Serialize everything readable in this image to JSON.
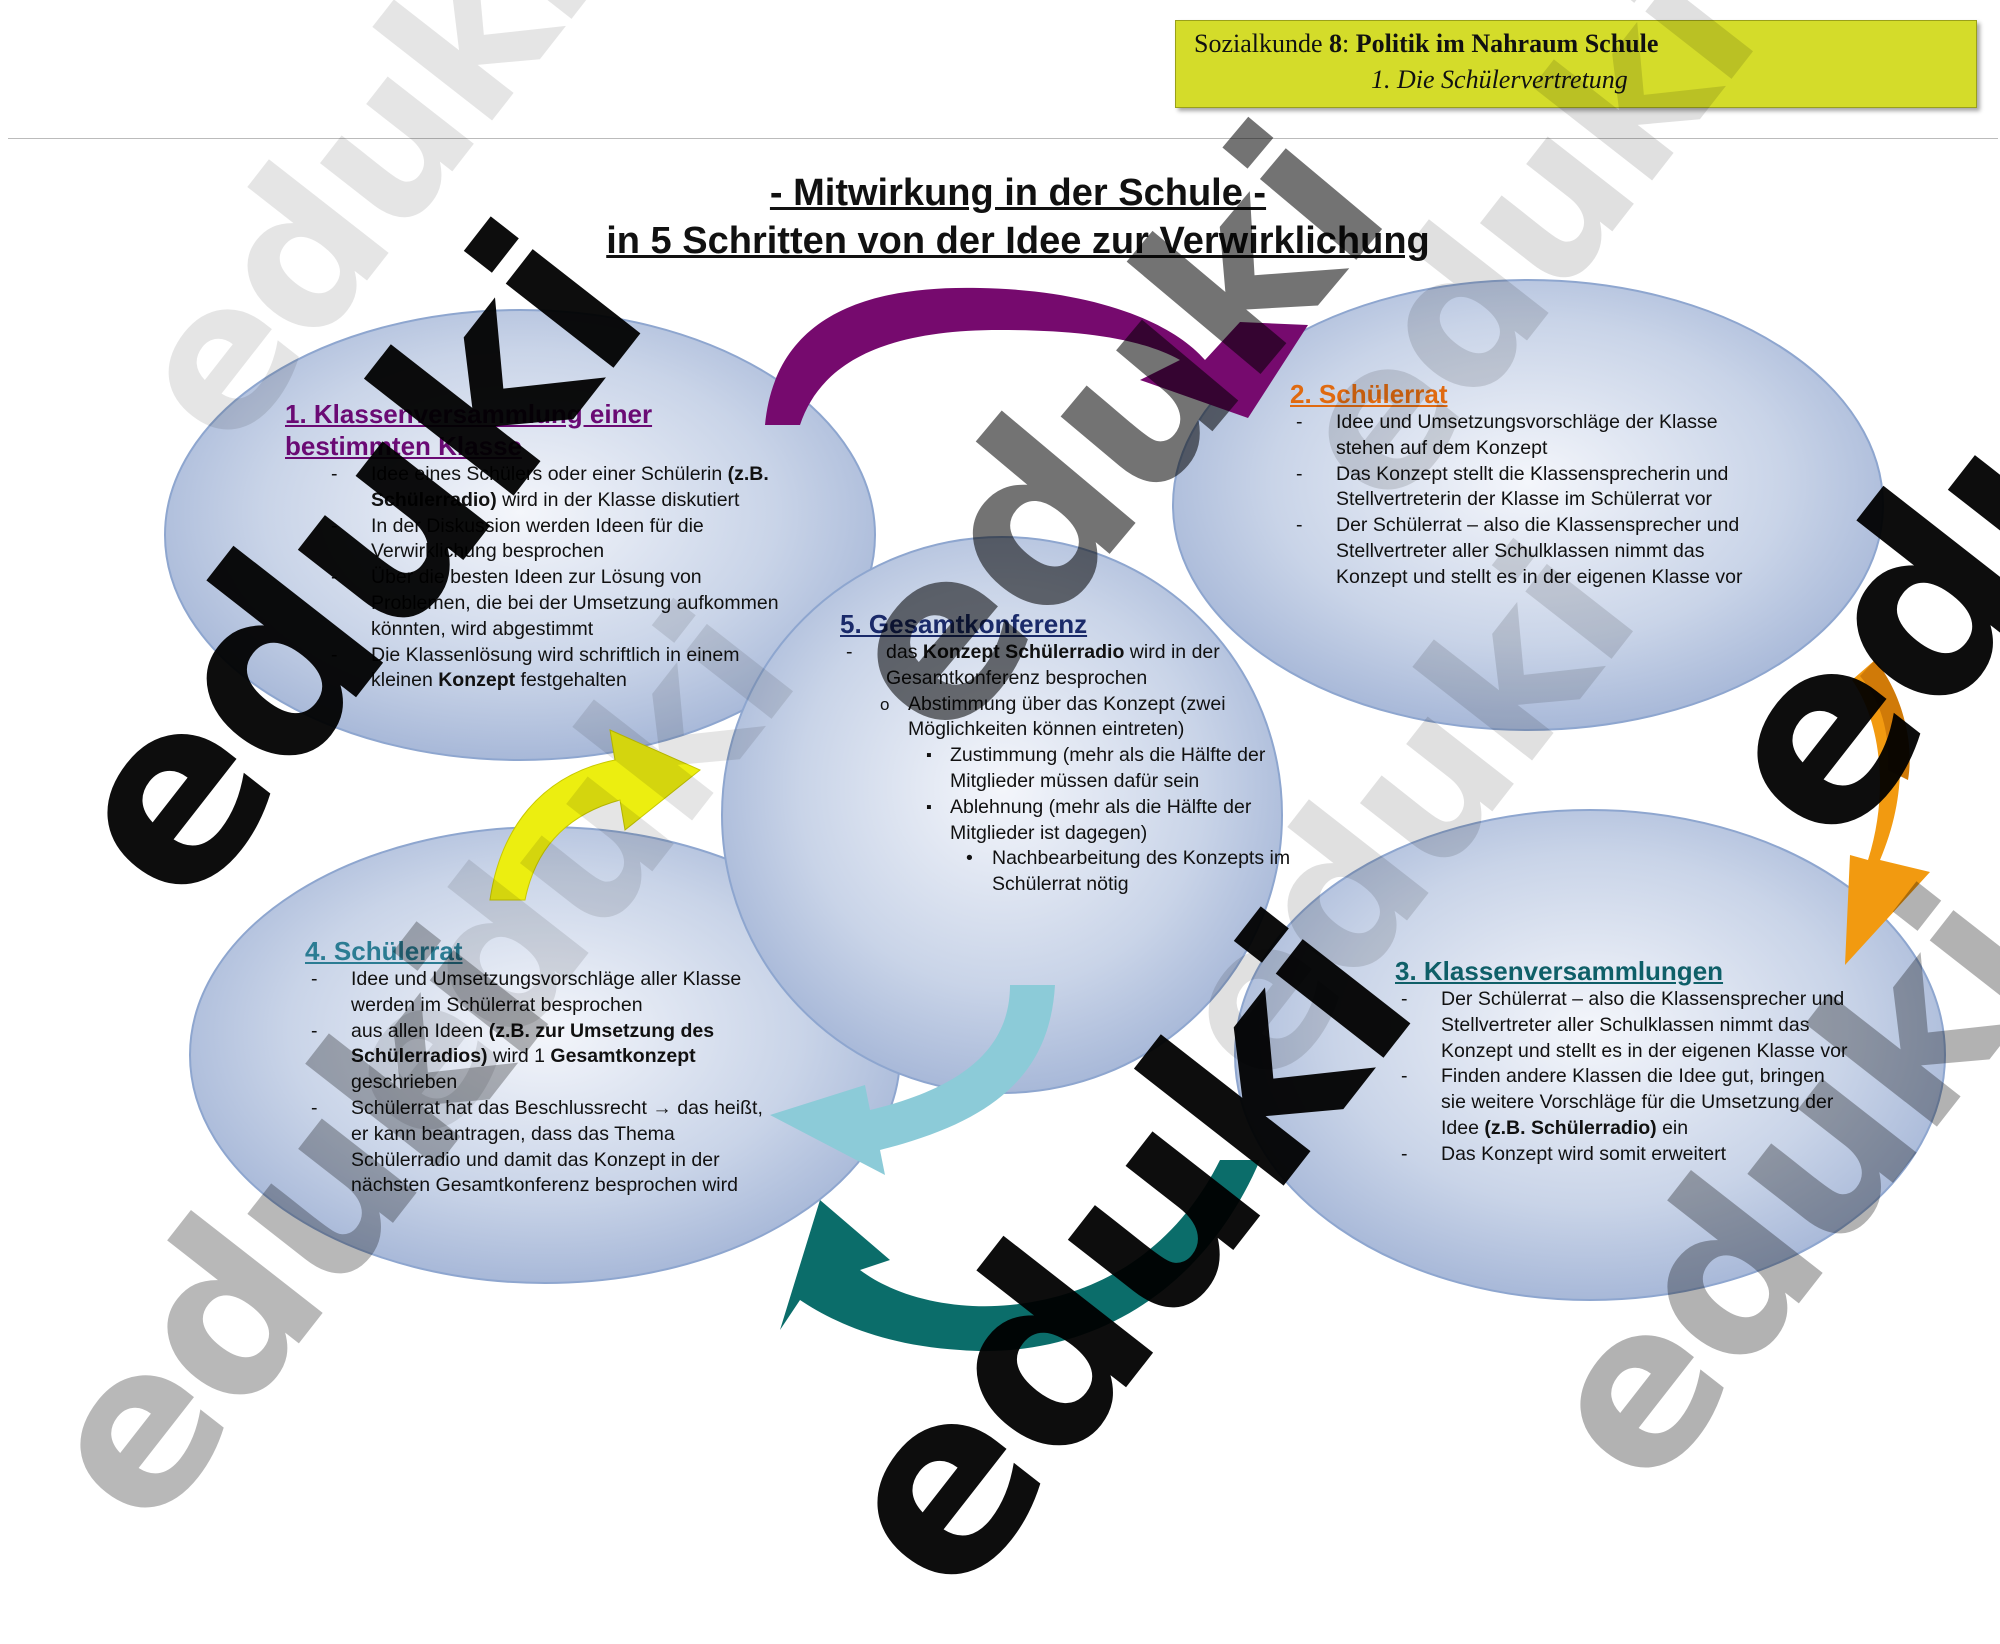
{
  "header": {
    "subject": "Sozialkunde",
    "grade": "8",
    "topic": "Politik im Nahraum Schule",
    "subtitle": "1. Die Schülervertretung"
  },
  "title": {
    "line1": "- Mitwirkung in der Schule -",
    "line2": "in 5 Schritten von der Idee zur Verwirklichung"
  },
  "steps": {
    "s1": {
      "heading1": "1. Klassenversammlung einer",
      "heading2": "bestimmten Klasse",
      "items": [
        {
          "a": "Idee eines Schülers oder einer Schülerin ",
          "b": "(z.B. Schülerradio)",
          "c": " wird in der Klasse diskutiert"
        },
        {
          "a": "In der Diskussion werden Ideen für die Verwirklichung besprochen"
        },
        {
          "a": "Über die besten Ideen zur Lösung von Problemen, die bei der Umsetzung aufkommen könnten, wird abgestimmt"
        },
        {
          "a": "Die Klassenlösung wird schriftlich in einem kleinen ",
          "b": "Konzept",
          "c": " festgehalten"
        }
      ]
    },
    "s2": {
      "heading": "2. Schülerrat",
      "items": [
        {
          "a": "Idee und Umsetzungsvorschläge der Klasse stehen auf dem Konzept"
        },
        {
          "a": "Das Konzept stellt die Klassensprecherin und Stellvertreterin der Klasse im Schülerrat vor"
        },
        {
          "a": "Der Schülerrat – also die Klassensprecher und Stellvertreter aller Schulklassen nimmt das Konzept und stellt es in der eigenen Klasse vor"
        }
      ]
    },
    "s3": {
      "heading": "3. Klassenversammlungen",
      "items": [
        {
          "a": "Der Schülerrat – also die Klassensprecher und Stellvertreter aller Schulklassen nimmt das Konzept und stellt es in der eigenen Klasse vor"
        },
        {
          "a": "Finden andere Klassen die Idee gut, bringen sie weitere Vorschläge für die Umsetzung der Idee ",
          "b": "(z.B. Schülerradio)",
          "c": " ein"
        },
        {
          "a": "Das Konzept wird somit erweitert"
        }
      ]
    },
    "s4": {
      "heading": "4. Schülerrat",
      "items": [
        {
          "a": "Idee und Umsetzungsvorschläge aller Klasse werden im Schülerrat besprochen"
        },
        {
          "a": "aus allen Ideen ",
          "b": "(z.B. zur Umsetzung des Schülerradios)",
          "c": " wird 1 ",
          "d": "Gesamtkonzept",
          "e": " geschrieben"
        },
        {
          "a": "Schülerrat hat das Beschlussrecht → das heißt, er kann beantragen, dass das Thema Schülerradio und damit das Konzept in der nächsten Gesamtkonferenz besprochen wird"
        }
      ]
    },
    "s5": {
      "heading": "5. Gesamtkonferenz",
      "item1a": "das ",
      "item1b": "Konzept Schülerradio",
      "item1c": " wird in der Gesamtkonferenz besprochen",
      "sub": "Abstimmung über das Konzept (zwei Möglichkeiten können eintreten)",
      "yes": "Zustimmung (mehr als die Hälfte der Mitglieder müssen dafür sein",
      "no": "Ablehnung (mehr als die Hälfte der Mitglieder ist dagegen)",
      "followup": "Nachbearbeitung des Konzepts im Schülerrat nötig"
    }
  },
  "watermark": "eduki",
  "colors": {
    "s1": "#6a0a74",
    "s2": "#e06a10",
    "s3": "#0f5f68",
    "s4": "#2b7c93",
    "s5": "#1a2a6a",
    "arrow_purple": "#760a6e",
    "arrow_orange": "#f29a10",
    "arrow_yellow": "#ecee10",
    "arrow_lightblue": "#8ccbd8",
    "arrow_teal": "#0b6d6a",
    "header_bg": "#d4dc2a"
  }
}
